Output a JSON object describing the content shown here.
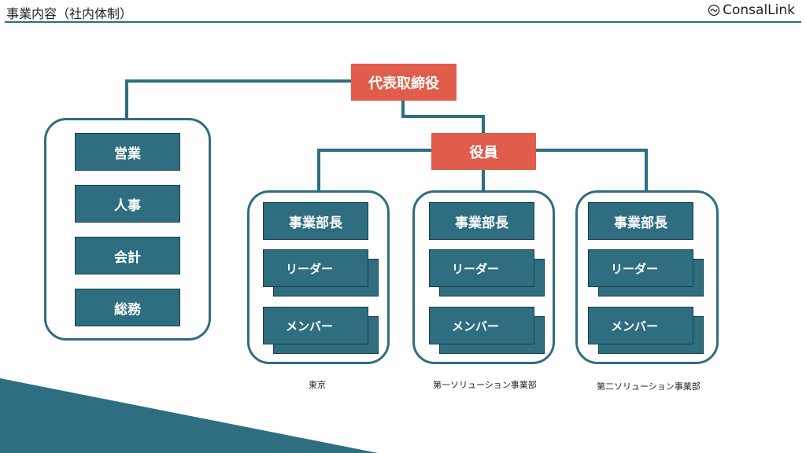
{
  "header": {
    "title": "事業内容（社内体制）",
    "brand": "ConsalLink",
    "brand_icon": "consallink-logo-icon"
  },
  "colors": {
    "accent": "#2e6e80",
    "highlight": "#e05d4b"
  },
  "org": {
    "top": "代表取締役",
    "officers": "役員",
    "staff": [
      "営業",
      "人事",
      "会計",
      "総務"
    ],
    "divisions": [
      {
        "head": "事業部長",
        "leader": "リーダー",
        "member": "メンバー",
        "caption": "東京"
      },
      {
        "head": "事業部長",
        "leader": "リーダー",
        "member": "メンバー",
        "caption": "第一ソリューション事業部"
      },
      {
        "head": "事業部長",
        "leader": "リーダー",
        "member": "メンバー",
        "caption": "第二ソリューション事業部"
      }
    ]
  }
}
